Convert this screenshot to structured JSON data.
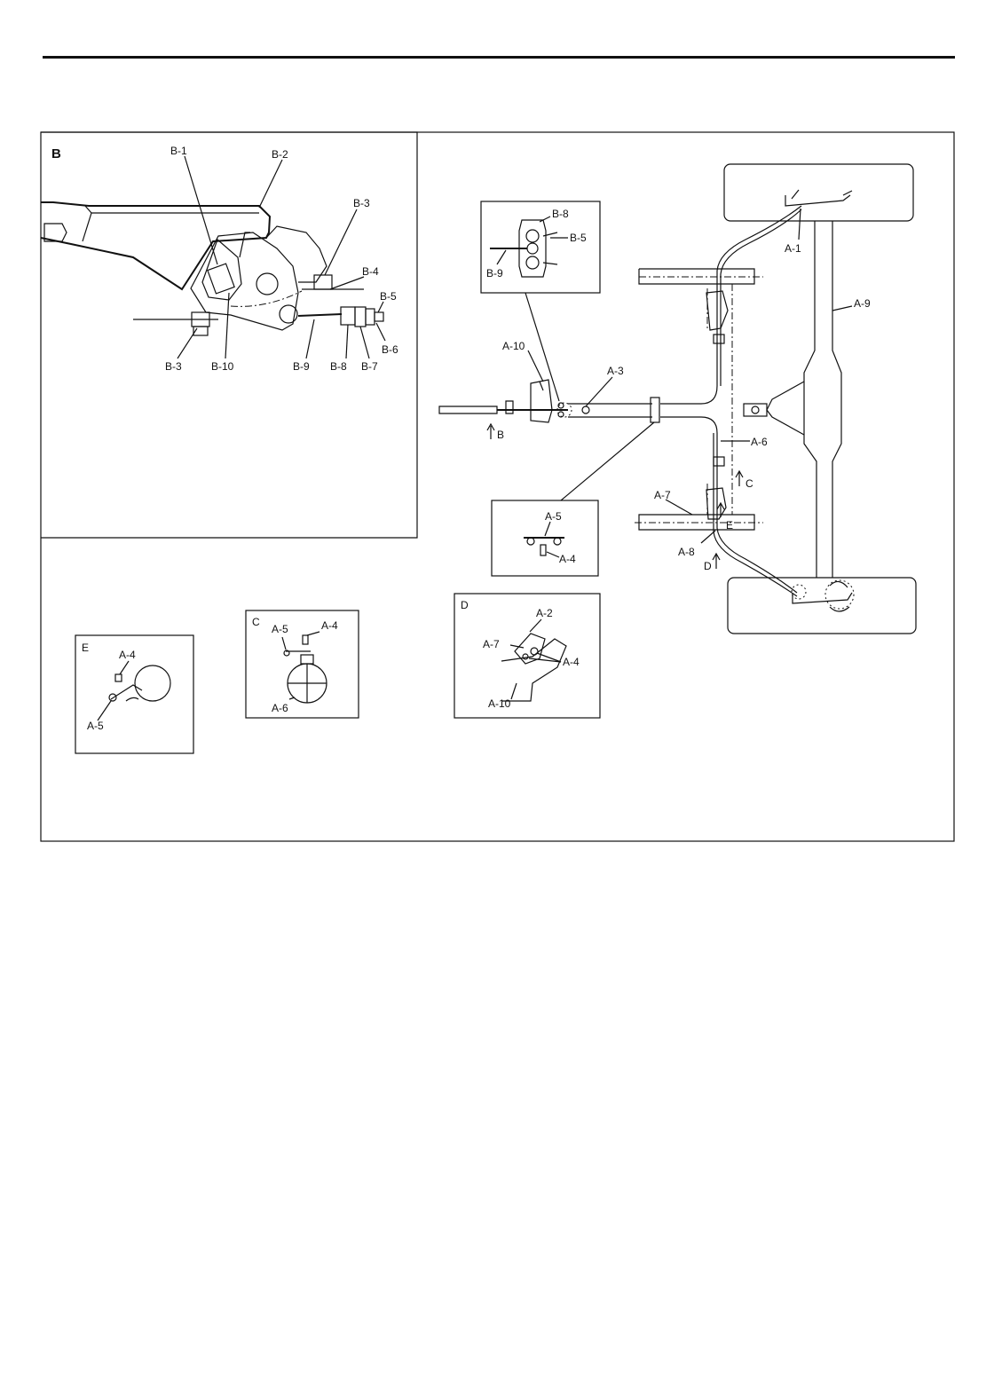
{
  "detail_b": {
    "title": "B",
    "labels": [
      "B-1",
      "B-2",
      "B-3",
      "B-4",
      "B-5",
      "B-3",
      "B-10",
      "B-9",
      "B-8",
      "B-7",
      "B-6"
    ]
  },
  "main_view": {
    "labels": [
      "A-1",
      "A-9",
      "A-10",
      "A-3",
      "A-6",
      "A-7",
      "A-8",
      "C",
      "E",
      "D",
      "B"
    ]
  },
  "inset_b": {
    "labels": [
      "B-8",
      "B-5",
      "B-9"
    ]
  },
  "inset_a5": {
    "labels": [
      "A-5",
      "A-4"
    ]
  },
  "detail_e": {
    "title": "E",
    "labels": [
      "A-4",
      "A-5"
    ]
  },
  "detail_c": {
    "title": "C",
    "labels": [
      "A-5",
      "A-4",
      "A-6"
    ]
  },
  "detail_d": {
    "title": "D",
    "labels": [
      "A-2",
      "A-7",
      "A-4",
      "A-10"
    ]
  }
}
